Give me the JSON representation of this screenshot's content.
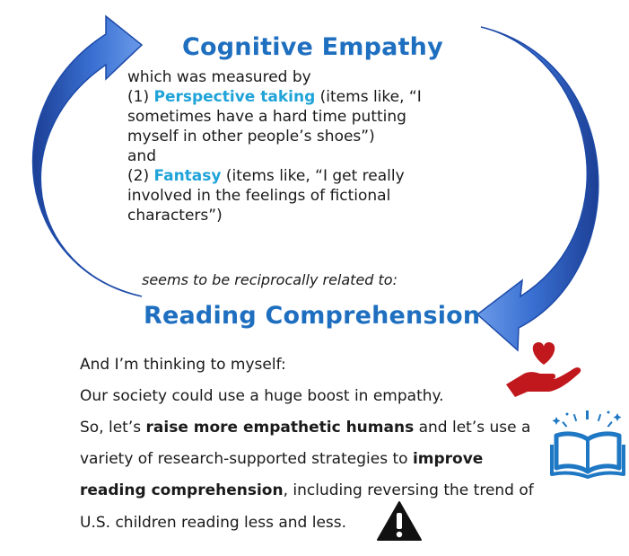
{
  "diagram": {
    "top_title": "Cognitive Empathy",
    "top_block": {
      "intro": "which was measured by",
      "item1_prefix": "(1) ",
      "item1_term": "Perspective taking",
      "item1_rest_line1": " (items like, “I",
      "item1_line2": "sometimes have a hard time putting",
      "item1_line3": "myself in other people’s shoes”)",
      "connector": "and",
      "item2_prefix": "(2) ",
      "item2_term": "Fantasy",
      "item2_rest_line1": " (items like, “I get really",
      "item2_line2": "involved in the feelings of fictional",
      "item2_line3": "characters”)"
    },
    "bridge_text": "seems to be reciprocally related to:",
    "bottom_title": "Reading Comprehension",
    "body": {
      "line1": "And I’m thinking to myself:",
      "line2": "Our society could use a huge boost in empathy.",
      "line3_a": "So, let’s ",
      "line3_bold": "raise more empathetic humans",
      "line3_b": " and let’s use a",
      "line4_a": "variety of research-supported strategies to ",
      "line4_bold": "improve",
      "line5_bold": "reading comprehension",
      "line5_b": ", including reversing the trend of",
      "line6": "U.S. children reading less and less."
    },
    "colors": {
      "title_blue": "#1f6fc0",
      "accent_blue": "#1fa3d8",
      "arrow_blue": "#3a6fd0",
      "heart_red": "#c0181c",
      "book_blue": "#1f78c4"
    },
    "icons": [
      "curved-arrow-left-icon",
      "curved-arrow-right-icon",
      "heart-in-hand-icon",
      "open-book-icon",
      "warning-icon"
    ]
  }
}
